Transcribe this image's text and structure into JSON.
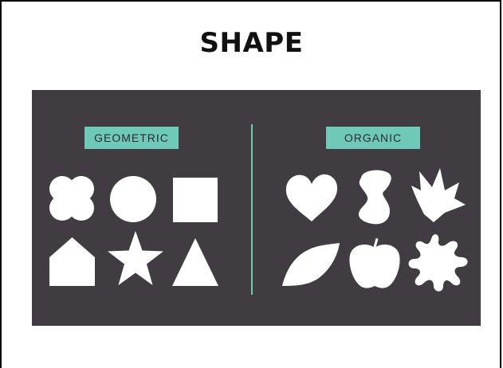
{
  "title": "SHAPE",
  "categories": {
    "geometric": {
      "label": "GEOMETRIC",
      "shapes": [
        "quatrefoil",
        "circle",
        "square",
        "house-pentagon",
        "star",
        "triangle"
      ]
    },
    "organic": {
      "label": "ORGANIC",
      "shapes": [
        "heart",
        "peanut-blob",
        "spiky-leaf",
        "leaf",
        "apple",
        "splat"
      ]
    }
  },
  "colors": {
    "panel": "#403c42",
    "accent": "#6ec9b7",
    "shape": "#ffffff"
  }
}
